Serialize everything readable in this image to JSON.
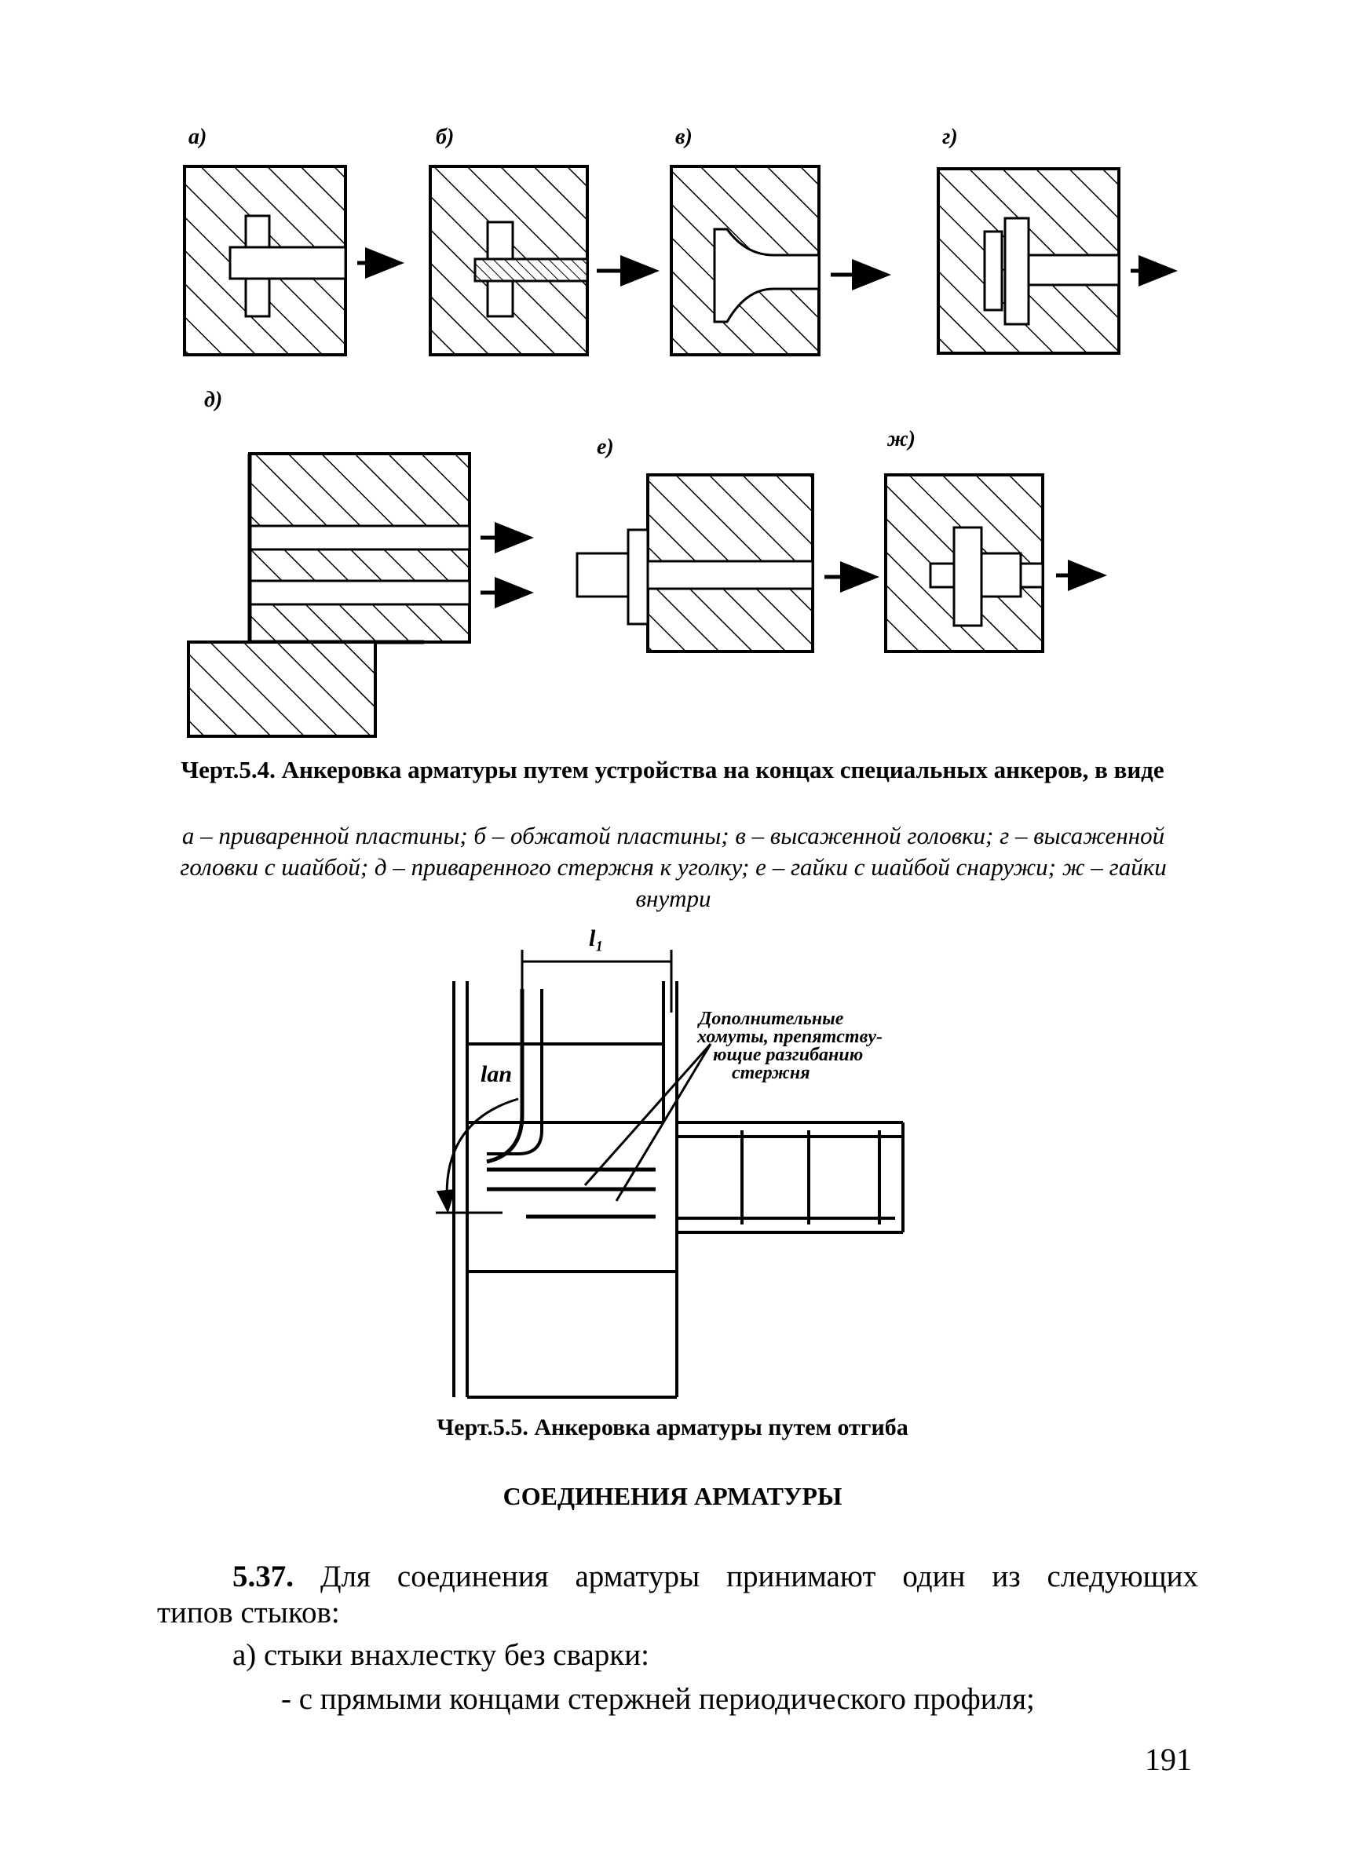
{
  "figure_5_4": {
    "panel_labels": [
      "а)",
      "б)",
      "в)",
      "г)",
      "д)",
      "е)",
      "ж)"
    ]
  },
  "figure_5_5": {
    "dim_l1": "l₁",
    "dim_lan": "lan",
    "note": [
      "Дополнительные",
      "хомуты, препятству-",
      "ющие разгибанию",
      "стержня"
    ]
  },
  "caption_5_4": {
    "title": "Черт.5.4. Анкеровка арматуры путем устройства на концах специальных анкеров, в виде",
    "legend": "а – приваренной пластины; б – обжатой пластины; в – высаженной головки; г – высаженной головки с шайбой; д – приваренного стержня к уголку; е – гайки с шайбой снаружи; ж – гайки внутри"
  },
  "caption_5_5": "Черт.5.5. Анкеровка арматуры путем отгиба",
  "section_heading": "СОЕДИНЕНИЯ АРМАТУРЫ",
  "paragraph": {
    "number": "5.37.",
    "line1_text": " Для соединения арматуры принимают один из следующих",
    "line2": "типов стыков:",
    "item_a": "а)  стыки внахлестку без сварки:",
    "item_a_sub": "-  с прямыми концами стержней периодического профиля;"
  },
  "page_number": "191"
}
